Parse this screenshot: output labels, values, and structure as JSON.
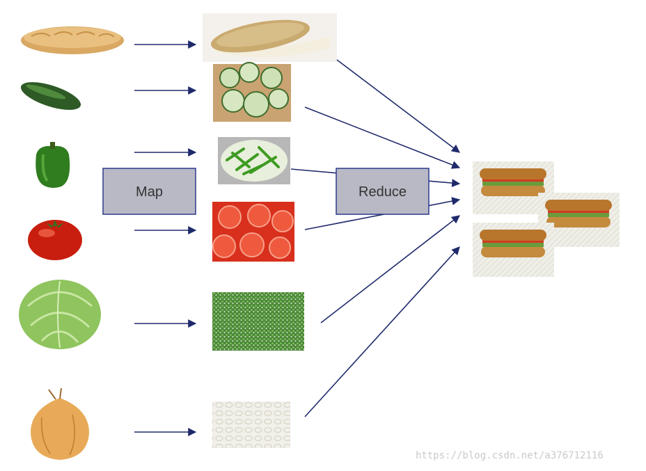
{
  "labels": {
    "map": "Map",
    "reduce": "Reduce"
  },
  "watermark": "https://blog.csdn.net/a376712116",
  "ingredients": [
    "bread",
    "cucumber",
    "green pepper",
    "tomato",
    "lettuce",
    "onion"
  ],
  "colors": {
    "arrow": "#1f2a6b",
    "process_box_fill": "#b9b9c6",
    "process_box_stroke": "#2b3a8a"
  }
}
